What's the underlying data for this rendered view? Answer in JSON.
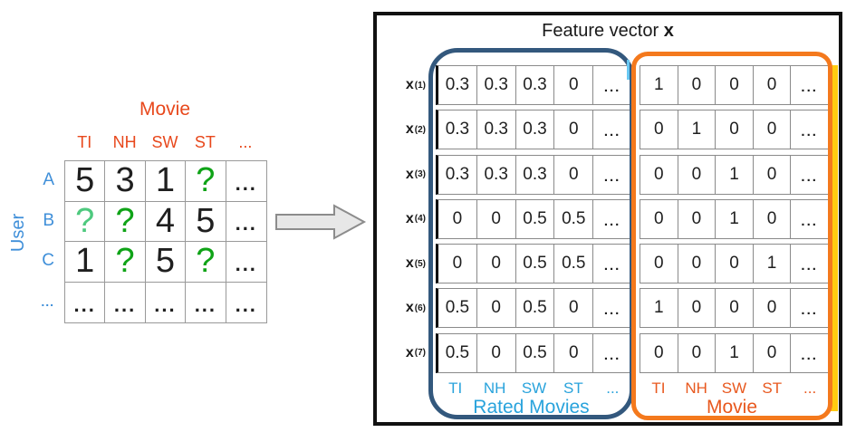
{
  "left_panel": {
    "movie_label": "Movie",
    "user_label": "User",
    "column_headers": [
      "TI",
      "NH",
      "SW",
      "ST",
      "..."
    ],
    "row_headers": [
      "A",
      "B",
      "C",
      "..."
    ],
    "cells": [
      [
        "5",
        "3",
        "1",
        "?",
        "..."
      ],
      [
        "?",
        "?",
        "4",
        "5",
        "..."
      ],
      [
        "1",
        "?",
        "5",
        "?",
        "..."
      ],
      [
        "...",
        "...",
        "...",
        "...",
        "..."
      ]
    ],
    "cell_colors": [
      [
        "black",
        "black",
        "black",
        "green",
        "black"
      ],
      [
        "green-light",
        "green",
        "black",
        "black",
        "black"
      ],
      [
        "black",
        "green",
        "black",
        "green",
        "black"
      ],
      [
        "black",
        "black",
        "black",
        "black",
        "black"
      ]
    ]
  },
  "arrow": {
    "direction": "right"
  },
  "feature_panel": {
    "title": {
      "prefix": "Feature vector ",
      "bold": "x"
    },
    "row_labels": [
      {
        "base": "x",
        "sup": "(1)"
      },
      {
        "base": "x",
        "sup": "(2)"
      },
      {
        "base": "x",
        "sup": "(3)"
      },
      {
        "base": "x",
        "sup": "(4)"
      },
      {
        "base": "x",
        "sup": "(5)"
      },
      {
        "base": "x",
        "sup": "(6)"
      },
      {
        "base": "x",
        "sup": "(7)"
      }
    ],
    "rated_movies_group": {
      "caption": "Rated Movies",
      "column_footer": [
        "TI",
        "NH",
        "SW",
        "ST",
        "..."
      ],
      "rows": [
        [
          "0.3",
          "0.3",
          "0.3",
          "0",
          "..."
        ],
        [
          "0.3",
          "0.3",
          "0.3",
          "0",
          "..."
        ],
        [
          "0.3",
          "0.3",
          "0.3",
          "0",
          "..."
        ],
        [
          "0",
          "0",
          "0.5",
          "0.5",
          "..."
        ],
        [
          "0",
          "0",
          "0.5",
          "0.5",
          "..."
        ],
        [
          "0.5",
          "0",
          "0.5",
          "0",
          "..."
        ],
        [
          "0.5",
          "0",
          "0.5",
          "0",
          "..."
        ]
      ]
    },
    "movie_group": {
      "caption": "Movie",
      "column_footer": [
        "TI",
        "NH",
        "SW",
        "ST",
        "..."
      ],
      "rows": [
        [
          "1",
          "0",
          "0",
          "0",
          "..."
        ],
        [
          "0",
          "1",
          "0",
          "0",
          "..."
        ],
        [
          "0",
          "0",
          "1",
          "0",
          "..."
        ],
        [
          "0",
          "0",
          "1",
          "0",
          "..."
        ],
        [
          "0",
          "0",
          "0",
          "1",
          "..."
        ],
        [
          "1",
          "0",
          "0",
          "0",
          "..."
        ],
        [
          "0",
          "0",
          "1",
          "0",
          "..."
        ]
      ]
    }
  },
  "colors": {
    "orange_text": "#E8481C",
    "orange_border": "#F4791D",
    "blue_text": "#3F8FD9",
    "cyan_text": "#29A3DC",
    "blue_border": "#33587D",
    "green": "#0FA317",
    "green_light": "#4EC97E",
    "yellow_accent": "#FFCB11",
    "grid_gray": "#8A8A8A"
  }
}
